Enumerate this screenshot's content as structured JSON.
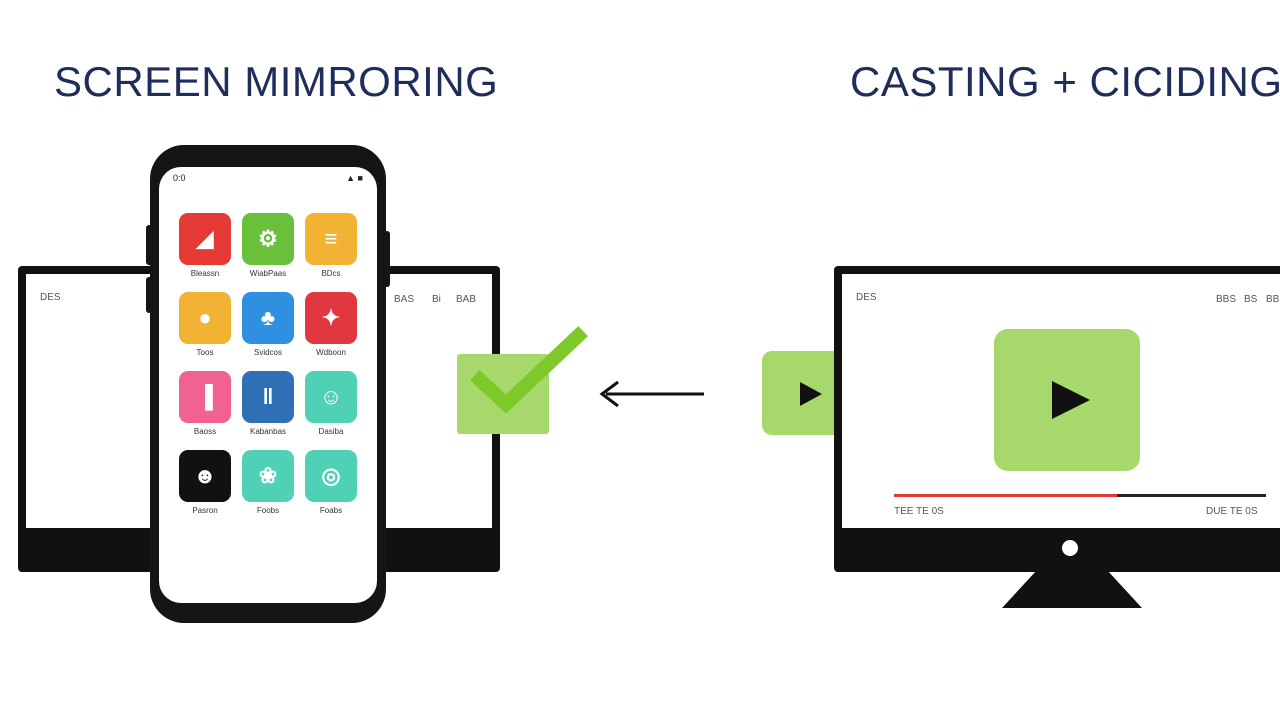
{
  "titles": {
    "left": "SCREEN MIMRORING",
    "right": "CASTING + CICIDING"
  },
  "left_monitor": {
    "top_left_text": "DES",
    "top_right_texts": [
      "BAS",
      "Bi",
      "BAB"
    ]
  },
  "phone": {
    "status_left": "0:0",
    "status_right": "▲ ■",
    "apps": [
      {
        "label": "Bleassn",
        "icon": "maps-icon",
        "color": "#e53935"
      },
      {
        "label": "WiabPaas",
        "icon": "robot-icon",
        "color": "#6abf3b"
      },
      {
        "label": "BDcs",
        "icon": "chart-icon",
        "color": "#f2b233"
      },
      {
        "label": "Toos",
        "icon": "person-icon",
        "color": "#f2b233"
      },
      {
        "label": "Svidcos",
        "icon": "group-icon",
        "color": "#2f8fe0"
      },
      {
        "label": "Wdboon",
        "icon": "puzzle-icon",
        "color": "#e0383e"
      },
      {
        "label": "Baoss",
        "icon": "bars-icon",
        "color": "#f06292"
      },
      {
        "label": "Kabanbas",
        "icon": "columns-icon",
        "color": "#2f6fb5"
      },
      {
        "label": "Dasiba",
        "icon": "people-icon",
        "color": "#4fd1b5"
      },
      {
        "label": "Pasron",
        "icon": "face-icon",
        "color": "#111111"
      },
      {
        "label": "Foobs",
        "icon": "flower-icon",
        "color": "#4fd1b5"
      },
      {
        "label": "Foabs",
        "icon": "controller-icon",
        "color": "#4fd1b5"
      }
    ]
  },
  "right_monitor": {
    "top_left_text": "DES",
    "top_right_texts": [
      "BBS",
      "BS",
      "BBS"
    ],
    "time_left": "TEE TE 0S",
    "time_right": "DUE TE 0S",
    "progress": 0.6
  },
  "colors": {
    "accent_green": "#a6d86b",
    "check_green": "#7cc929",
    "title_navy": "#1f2d5a",
    "progress_red": "#e53935"
  }
}
